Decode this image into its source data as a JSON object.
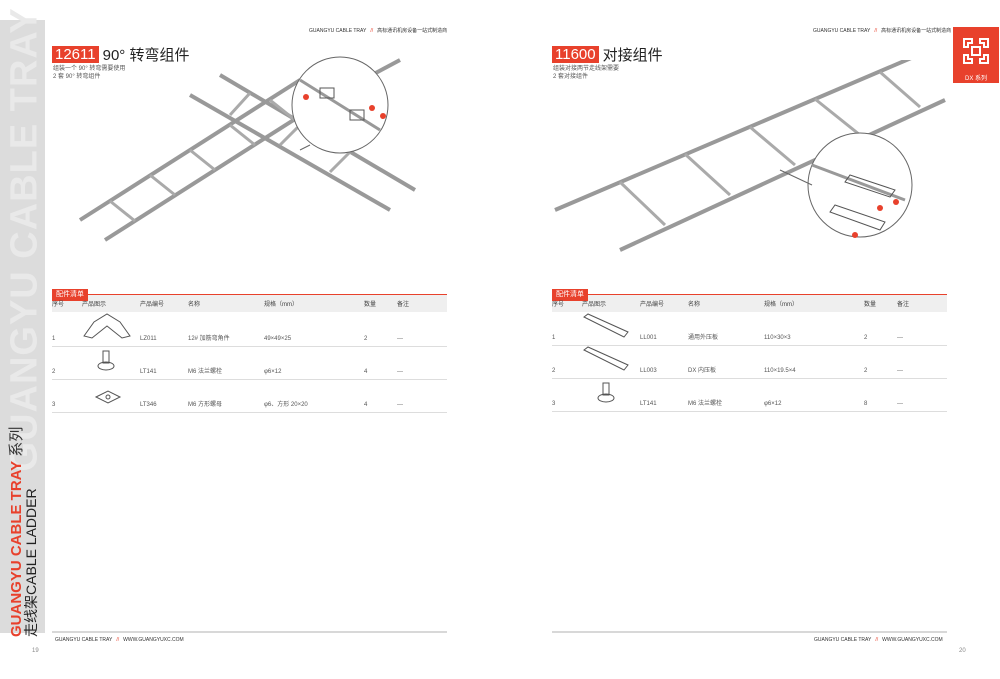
{
  "watermark": "GUANGYU CABLE TRAY",
  "side_title": {
    "brand": "GUANGYU CABLE TRAY",
    "series": "系列",
    "product": "走线架CABLE LADDER"
  },
  "header": {
    "brand": "GUANGYU CABLE TRAY",
    "sep": "//",
    "slogan": "高标通讯机房设备一站式制造商"
  },
  "footer": {
    "brand": "GUANGYU CABLE TRAY",
    "sep": "//",
    "url": "WWW.GUANGYUXC.COM"
  },
  "badge": {
    "label": "DX 系列"
  },
  "columns": [
    "序号",
    "产品图示",
    "产品编号",
    "名称",
    "规格（mm）",
    "数量",
    "备注"
  ],
  "left": {
    "code": "12611",
    "title": "90°  转弯组件",
    "desc": [
      "组装一个 90° 转弯需要使用",
      "2 套 90° 转弯组件"
    ],
    "table_title": "配件清单",
    "rows": [
      {
        "no": "1",
        "code": "LZ011",
        "name": "12# 加筋弯角件",
        "spec": "49×49×25",
        "qty": "2",
        "note": "---"
      },
      {
        "no": "2",
        "code": "LT141",
        "name": "M6 法兰螺栓",
        "spec": "φ6×12",
        "qty": "4",
        "note": "---"
      },
      {
        "no": "3",
        "code": "LT346",
        "name": "M6 方形螺母",
        "spec": "φ6、方形 20×20",
        "qty": "4",
        "note": "---"
      }
    ],
    "page": "19"
  },
  "right": {
    "code": "11600",
    "title": "对接组件",
    "desc": [
      "组装对接两节走线架需要",
      "2 套对接组件"
    ],
    "table_title": "配件清单",
    "rows": [
      {
        "no": "1",
        "code": "LL001",
        "name": "通用外压板",
        "spec": "110×30×3",
        "qty": "2",
        "note": "---"
      },
      {
        "no": "2",
        "code": "LL003",
        "name": "DX 内压板",
        "spec": "110×19.5×4",
        "qty": "2",
        "note": "---"
      },
      {
        "no": "3",
        "code": "LT141",
        "name": "M6 法兰螺栓",
        "spec": "φ6×12",
        "qty": "8",
        "note": "---"
      }
    ],
    "page": "20"
  }
}
